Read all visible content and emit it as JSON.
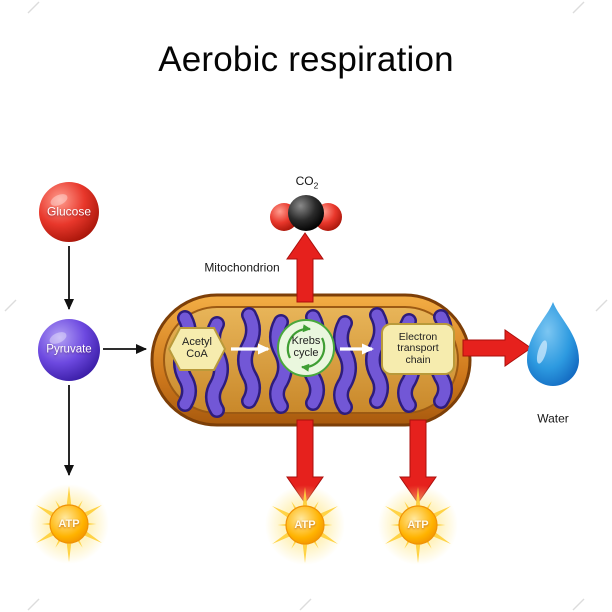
{
  "title": "Aerobic respiration",
  "labels": {
    "glucose": "Glucose",
    "pyruvate": "Pyruvate",
    "mitochondrion": "Mitochondrion",
    "co2_base": "CO",
    "co2_sub": "2",
    "water": "Water",
    "atp_left": "ATP",
    "atp_center": "ATP",
    "atp_right": "ATP",
    "acetyl_line1": "Acetyl",
    "acetyl_line2": "CoA",
    "krebs_line1": "Krebs",
    "krebs_line2": "cycle",
    "etc_line1": "Electron",
    "etc_line2": "transport",
    "etc_line3": "chain"
  },
  "colors": {
    "glucose_red": "#e8372b",
    "pyruvate_purple": "#6d49e0",
    "mitochondrion_orange": "#d07a1d",
    "cristae_purple": "#7257d6",
    "krebs_green": "#3f9e33",
    "badge_yellow": "#f6ecae",
    "red_arrow": "#e6211d",
    "water_blue": "#2d9ae0",
    "atp_sun_orange": "#ffb300"
  }
}
